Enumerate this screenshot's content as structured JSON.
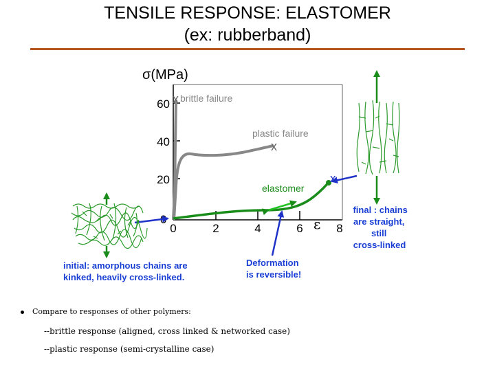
{
  "title": {
    "line1": "TENSILE RESPONSE:  ELASTOMER",
    "line2": "(ex: rubberband)"
  },
  "axes": {
    "y_label": "σ(MPa)",
    "x_label": "ε",
    "y_ticks": [
      "60",
      "40",
      "20",
      "0"
    ],
    "x_ticks": [
      "0",
      "2",
      "4",
      "6",
      "8"
    ]
  },
  "curves": {
    "brittle_label": "brittle failure",
    "plastic_label": "plastic failure",
    "elastomer_label": "elastomer",
    "failure_mark": "x"
  },
  "annotations": {
    "initial": [
      "initial:  amorphous chains are",
      "kinked, heavily cross-linked."
    ],
    "deformation": [
      "Deformation",
      "is reversible!"
    ],
    "final": [
      "final :  chains",
      "are straight,",
      "still",
      "cross-linked"
    ]
  },
  "bullets": {
    "line1": "Compare to responses of other polymers:",
    "line2": "--brittle response (aligned, cross linked & networked case)",
    "line3": "--plastic response (semi-crystalline case)"
  },
  "colors": {
    "accent_rule": "#b5541c",
    "elastomer": "#1a8c1a",
    "arrow_blue": "#1f32c8",
    "gray_curve": "#888888",
    "label_text": "#1a3fd4"
  }
}
